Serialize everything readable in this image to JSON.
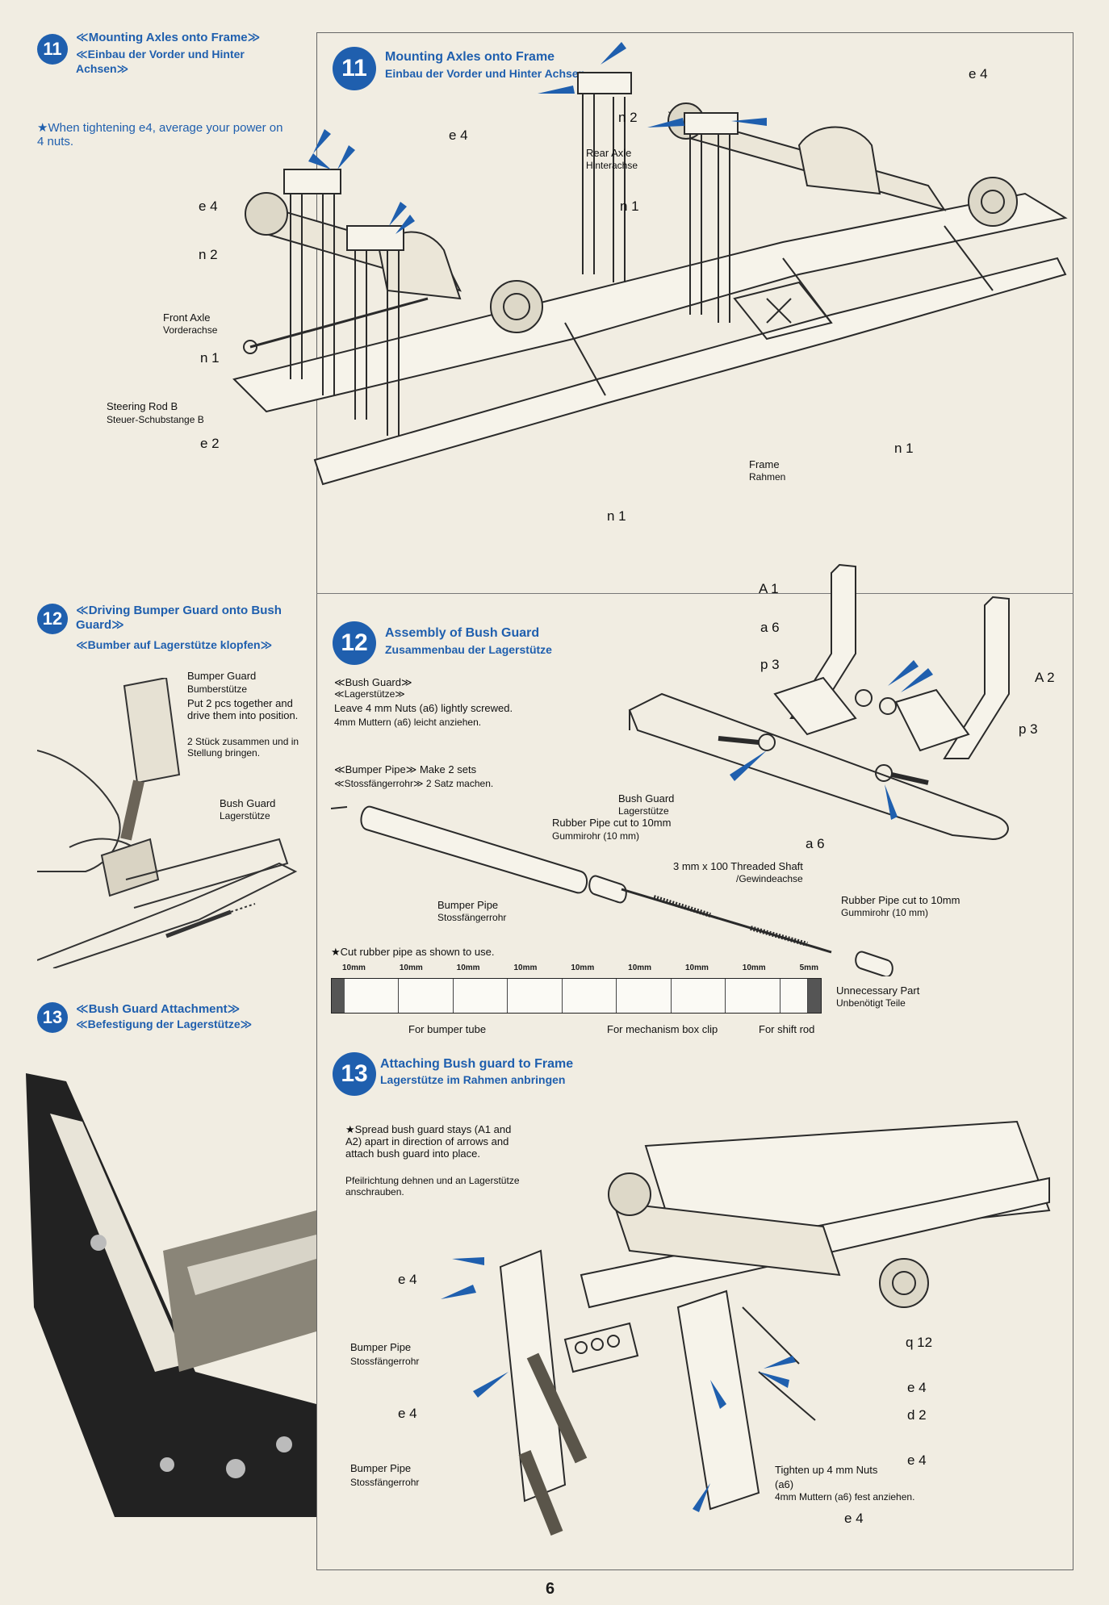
{
  "page_number": "6",
  "left_column": {
    "step11": {
      "badge": "11",
      "title_en": "≪Mounting Axles onto Frame≫",
      "title_de": "≪Einbau der Vorder und Hinter Achsen≫",
      "note": "★When tightening e4, average your power on 4 nuts."
    },
    "step12": {
      "badge": "12",
      "title_en": "≪Driving Bumper Guard onto Bush Guard≫",
      "title_de": "≪Bumber auf Lagerstütze klopfen≫",
      "bumper_guard_en": "Bumper Guard",
      "bumper_guard_de": "Bumberstütze",
      "instr_en": "Put 2 pcs together and drive them into position.",
      "instr_de": "2 Stück zusammen und in Stellung bringen.",
      "bush_guard_en": "Bush Guard",
      "bush_guard_de": "Lagerstütze"
    },
    "step13": {
      "badge": "13",
      "title_en": "≪Bush Guard Attachment≫",
      "title_de": "≪Befestigung der Lagerstütze≫"
    }
  },
  "main": {
    "step11": {
      "badge": "11",
      "title_en": "Mounting Axles onto Frame",
      "title_de": "Einbau der Vorder und Hinter Achsen",
      "parts": {
        "e4": "e 4",
        "n2": "n 2",
        "n1": "n 1",
        "e2": "e 2"
      },
      "rear_axle_en": "Rear Axle",
      "rear_axle_de": "Hinterachse",
      "front_axle_en": "Front Axle",
      "front_axle_de": "Vorderachse",
      "steering_rod_en": "Steering Rod B",
      "steering_rod_de": "Steuer-Schubstange B",
      "frame_en": "Frame",
      "frame_de": "Rahmen"
    },
    "step12": {
      "badge": "12",
      "title_en": "Assembly of Bush Guard",
      "title_de": "Zusammenbau der Lagerstütze",
      "bush_guard_tag_en": "≪Bush Guard≫",
      "bush_guard_tag_de": "≪Lagerstütze≫",
      "bush_guard_note_en": "Leave 4 mm Nuts (a6) lightly screwed.",
      "bush_guard_note_de": "4mm Muttern (a6) leicht anziehen.",
      "bumper_pipe_tag_en": "≪Bumper Pipe≫ Make 2 sets",
      "bumper_pipe_tag_de": "≪Stossfängerrohr≫ 2 Satz machen.",
      "parts": {
        "A1": "A 1",
        "A2": "A 2",
        "a6": "a 6",
        "p3": "p 3"
      },
      "bush_guard_en": "Bush Guard",
      "bush_guard_de": "Lagerstütze",
      "rubber_pipe_en": "Rubber Pipe cut to 10mm",
      "rubber_pipe_de": "Gummirohr (10 mm)",
      "shaft_en": "3 mm x 100 Threaded Shaft",
      "shaft_de": "/Gewindeachse",
      "rubber_pipe2_en": "Rubber Pipe cut to 10mm",
      "rubber_pipe2_de": "Gummirohr (10 mm)",
      "bumper_pipe_en": "Bumper Pipe",
      "bumper_pipe_de": "Stossfängerrohr",
      "cut_note": "★Cut rubber pipe as shown to use.",
      "cut_marks": [
        "10mm",
        "10mm",
        "10mm",
        "10mm",
        "10mm",
        "10mm",
        "10mm",
        "10mm",
        "5mm"
      ],
      "unnecessary_en": "Unnecessary Part",
      "unnecessary_de": "Unbenötigt Teile",
      "use_bumper": "For bumper tube",
      "use_clip": "For mechanism box clip",
      "use_shift": "For shift rod"
    },
    "step13": {
      "badge": "13",
      "title_en": "Attaching Bush guard to Frame",
      "title_de": "Lagerstütze im Rahmen anbringen",
      "note_en": "★Spread bush guard stays (A1 and A2) apart in direction of arrows and attach bush guard into place.",
      "note_de": "Pfeilrichtung dehnen und an Lagerstütze anschrauben.",
      "parts": {
        "e4": "e 4",
        "q12": "q 12",
        "d2": "d 2"
      },
      "bumper_pipe_en": "Bumper Pipe",
      "bumper_pipe_de": "Stossfängerrohr",
      "tighten_en": "Tighten up 4 mm Nuts",
      "tighten_a6": "(a6)",
      "tighten_de": "4mm Muttern (a6) fest anziehen."
    }
  }
}
